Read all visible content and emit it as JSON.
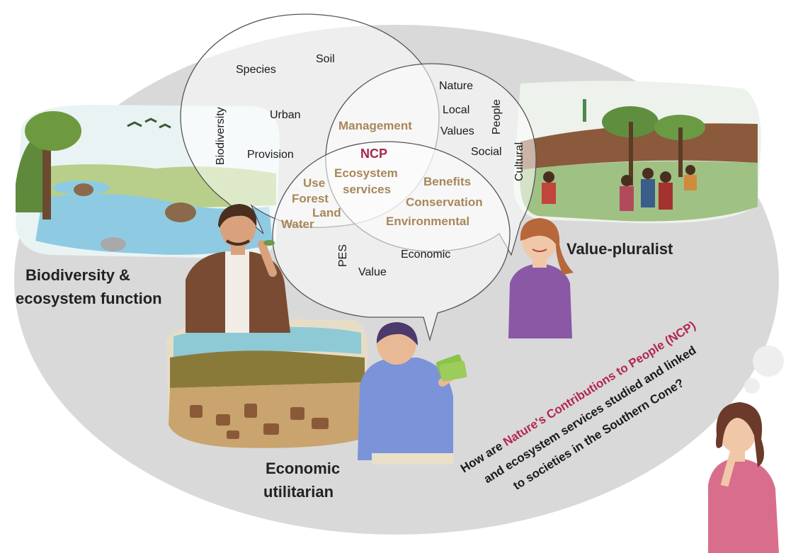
{
  "bubble_terms": {
    "species": "Species",
    "soil": "Soil",
    "biodiversity": "Biodiversity",
    "urban": "Urban",
    "provision": "Provision",
    "nature": "Nature",
    "local": "Local",
    "values": "Values",
    "people": "People",
    "social": "Social",
    "cultural": "Cultural",
    "pes": "PES",
    "economic": "Economic",
    "value": "Value"
  },
  "core_terms": {
    "management": "Management",
    "ncp": "NCP",
    "ecosystem": "Ecosystem",
    "services": "services",
    "use": "Use",
    "forest": "Forest",
    "land": "Land",
    "water": "Water",
    "benefits": "Benefits",
    "conservation": "Conservation",
    "environmental": "Environmental"
  },
  "groups": {
    "biodiversity_line1": "Biodiversity &",
    "biodiversity_line2": "ecosystem function",
    "value_pluralist": "Value-pluralist",
    "economic_line1": "Economic",
    "economic_line2": "utilitarian"
  },
  "question": {
    "line1_before": "How are ",
    "line1_highlight": "Nature's Contributions to People (NCP)",
    "line2": "and ecosystem services studied and linked",
    "line3": "to societies in the Southern Cone?"
  },
  "colors": {
    "background_ellipse": "#d9d9d9",
    "core_terms": "#a8875a",
    "ncp_highlight": "#a3294a",
    "question_highlight": "#b3264f"
  }
}
